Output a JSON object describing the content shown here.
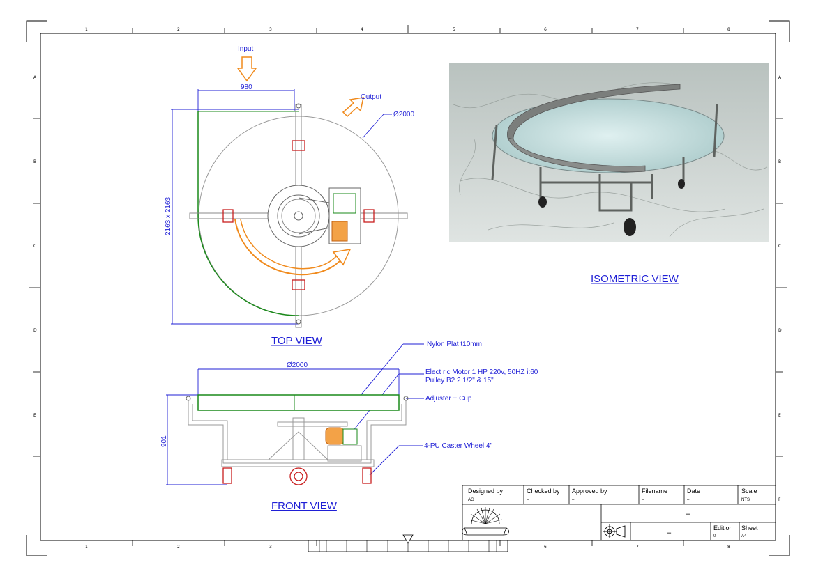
{
  "flow": {
    "input_label": "Input",
    "output_label": "Output"
  },
  "top_view": {
    "title": "TOP VIEW",
    "dim_width": "980",
    "dim_square": "2163 x 2163",
    "dim_diameter": "Ø2000"
  },
  "front_view": {
    "title": "FRONT VIEW",
    "dim_diameter": "Ø2000",
    "dim_height": "901"
  },
  "isometric_view": {
    "title": "ISOMETRIC VIEW"
  },
  "callouts": {
    "plate": "Nylon Plat t10mm",
    "motor_line1": "Elect ric Motor 1 HP 220v, 50HZ i:60",
    "motor_line2": "Pulley B2 2 1/2\" & 15\"",
    "adjuster": "Adjuster + Cup",
    "caster": "4-PU Caster Wheel 4\""
  },
  "title_block": {
    "designed_by_label": "Designed by",
    "designed_by_value": "AG",
    "checked_by_label": "Checked by",
    "checked_by_value": "–",
    "approved_by_label": "Approved by",
    "approved_by_value": "–",
    "filename_label": "Filename",
    "filename_value": "–",
    "date_label": "Date",
    "date_value": "–",
    "scale_label": "Scale",
    "scale_value": "NTS",
    "title_value": "–",
    "drawing_number": "–",
    "edition_label": "Edition",
    "edition_value": "0",
    "sheet_label": "Sheet",
    "sheet_value": "A4"
  },
  "frame": {
    "columns": [
      "1",
      "2",
      "3",
      "4",
      "5",
      "6",
      "7",
      "8"
    ],
    "rows": [
      "A",
      "B",
      "C",
      "D",
      "E",
      "F"
    ]
  },
  "colors": {
    "dimension": "#1f1fd6",
    "plate_outline": "#1a8a1a",
    "flow_arrow": "#f08a1c",
    "caster": "#c81e1e",
    "frame": "#000000"
  }
}
